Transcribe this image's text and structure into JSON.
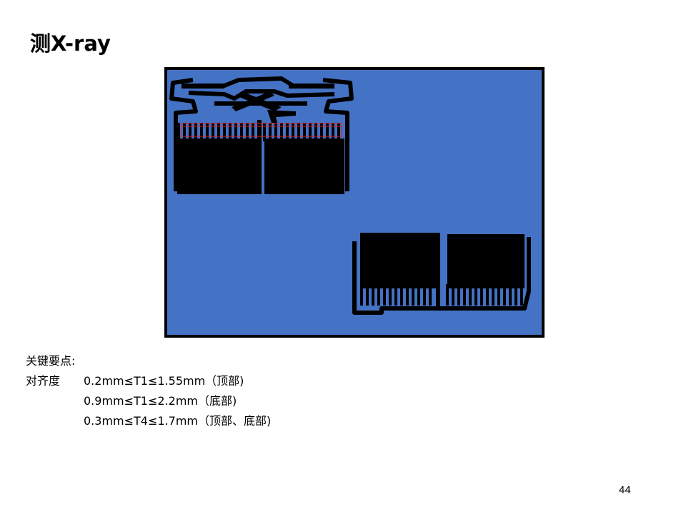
{
  "slide": {
    "title": "测X-ray",
    "page_number": "44"
  },
  "image": {
    "description_icon": "xray-connector-image",
    "background_color": "#4472c4"
  },
  "key_points": {
    "heading": "关键要点:",
    "alignment_label": "对齐度",
    "lines": [
      "0.2mm≤T1≤1.55mm（顶部)",
      "0.9mm≤T1≤2.2mm（底部)",
      "0.3mm≤T4≤1.7mm（顶部、底部)"
    ]
  }
}
